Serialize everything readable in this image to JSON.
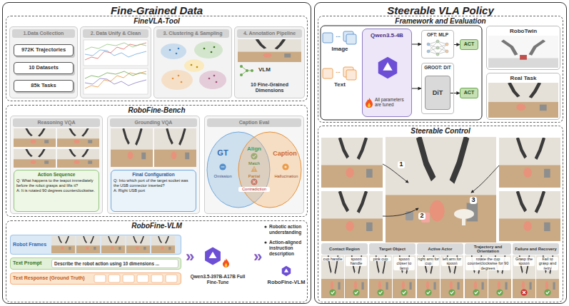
{
  "diagram": {
    "nodes": [
      {
        "text": [
          "Fine-Grained Data"
        ]
      },
      {
        "text": [
          "Steerable VLA Policy"
        ]
      },
      {
        "text": [
          "FineVLA-Tool"
        ],
        "in": 0
      },
      {
        "text": [
          "1.Data Collection"
        ],
        "in": 2
      },
      {
        "text": [
          "972K Trajectories"
        ],
        "in": 3
      },
      {
        "text": [
          "10 Datasets"
        ],
        "in": 3
      },
      {
        "text": [
          "85k Tasks"
        ],
        "in": 3
      },
      {
        "text": [
          "2. Data Unify & Clean"
        ],
        "in": 2
      },
      {
        "text": [
          "3. Clustering & Sampling"
        ],
        "in": 2
      },
      {
        "text": [
          "4. Annotation Pipeline"
        ],
        "in": 2
      },
      {
        "text": [
          "RoboFine-Bench"
        ],
        "in": 0
      },
      {
        "text": [
          "Reasoning VQA"
        ],
        "in": 10
      },
      {
        "text": [
          "Action Sequence",
          "Q: What happens to the teapot immediately before the robot grasps and lifts it?",
          "A: It is rotated 90 degrees counterclockwise."
        ],
        "in": 11
      },
      {
        "text": [
          "Grounding VQA"
        ],
        "in": 10
      },
      {
        "text": [
          "Final Configuration",
          "Q: Into which port of the target socket was the USB connector inserted?",
          "A: Right USB port"
        ],
        "in": 13
      },
      {
        "text": [
          "Caption Eval"
        ],
        "in": 10
      },
      {
        "text": [
          "GT",
          "Omission"
        ],
        "in": 15
      },
      {
        "text": [
          "Caption",
          "Hallucination"
        ],
        "in": 15
      },
      {
        "text": [
          "RoboFine-VLM"
        ],
        "in": 0
      },
      {
        "text": [
          "Robot Frames"
        ],
        "in": 18
      },
      {
        "text": [
          "Text Prompt"
        ],
        "in": 18
      },
      {
        "text": [
          "Describe the robot action using 10 dimensions ..."
        ],
        "in": 20
      },
      {
        "text": [
          "Text Response (Ground Truth)"
        ],
        "in": 18
      },
      {
        "text": [
          "Framework and Evaluation"
        ],
        "in": 1
      },
      {
        "text": [
          "Qwen3.5-4B",
          "All parameters are tuned"
        ],
        "in": 23
      },
      {
        "text": [
          "OFT: MLP"
        ],
        "in": 23
      },
      {
        "text": [
          "ACT"
        ],
        "in": 23
      },
      {
        "text": [
          "GROOT: DiT"
        ],
        "in": 23
      },
      {
        "text": [
          "DiT"
        ],
        "in": 27
      },
      {
        "text": [
          "ACT"
        ],
        "in": 23
      },
      {
        "text": [
          "RoboTwin"
        ],
        "in": 23
      },
      {
        "text": [
          "Real Task"
        ],
        "in": 23
      },
      {
        "text": [
          "Steerable Control"
        ],
        "in": 1
      },
      {
        "text": [
          "Contact Region"
        ],
        "in": 32
      },
      {
        "text": [
          "Target Object"
        ],
        "in": 32
      },
      {
        "text": [
          "Active Actor"
        ],
        "in": 32
      },
      {
        "text": [
          "Trajectory and Orientation"
        ],
        "in": 32
      },
      {
        "text": [
          "Failure and Recovery"
        ],
        "in": 32
      }
    ],
    "edges": [
      {
        "from": 24,
        "to": 25,
        "arrow": "to"
      },
      {
        "from": 25,
        "to": 26,
        "arrow": "to"
      },
      {
        "from": 24,
        "to": 27,
        "arrow": "to"
      },
      {
        "from": 28,
        "to": 29,
        "arrow": "to"
      }
    ],
    "labels": [
      "VLM",
      "10 Fine-Grained Dimensions",
      "Align",
      "Match",
      "Partial",
      "Contradiction",
      "»",
      "Qwen3.5-397B-A17B Full Fine-Tune",
      "»",
      "Robotic action understanding",
      "Action-aligned instruction description",
      "RoboFine-VLM",
      "Image",
      "...",
      "Text",
      "...",
      "1",
      "2",
      "3",
      "cup handle",
      "spoon handle",
      "pink cup",
      "spoon closer to lamp",
      "right arm for cup",
      "left arm for spoon",
      "rotate the cup counterclockwise for 90 degrees",
      "Grasp the spoon",
      "Fail to grasp and retry"
    ]
  }
}
